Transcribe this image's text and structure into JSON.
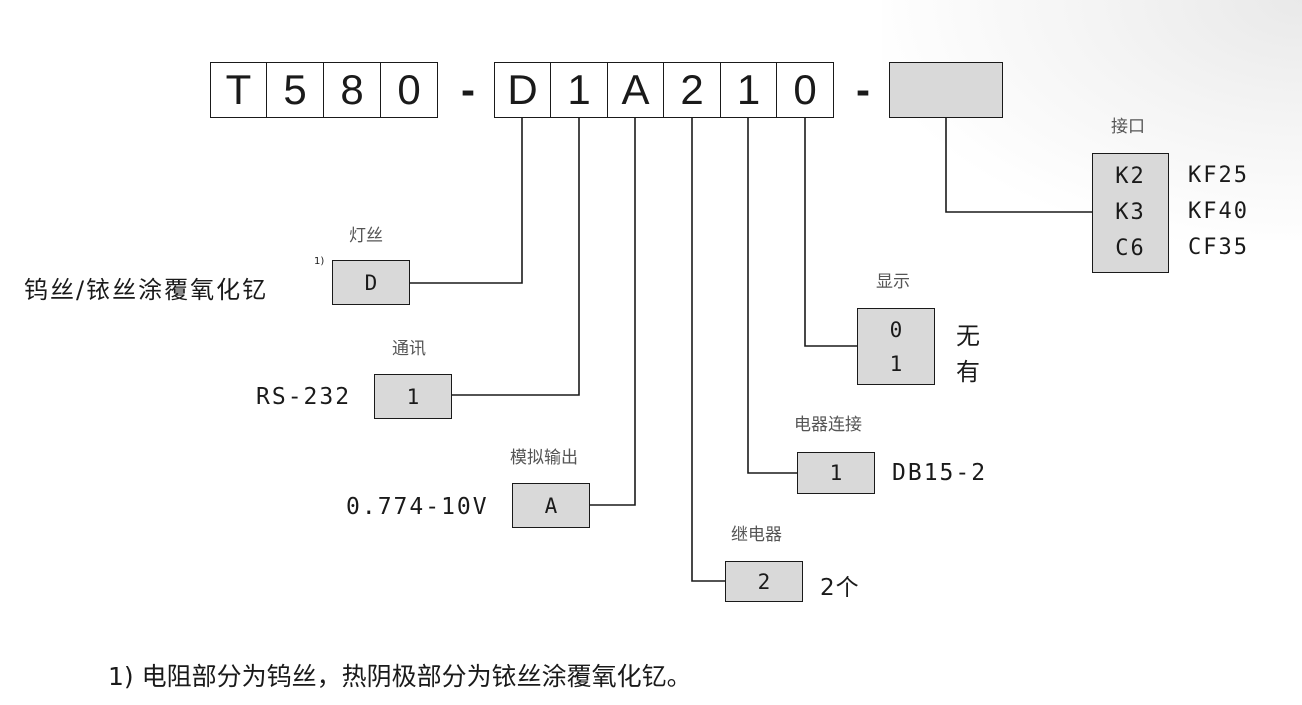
{
  "code": {
    "chars": [
      "T",
      "5",
      "8",
      "0",
      "D",
      "1",
      "A",
      "2",
      "1",
      "0"
    ],
    "dashes": [
      "-",
      "-"
    ]
  },
  "filament": {
    "caption": "灯丝",
    "label": "钨丝/铱丝涂覆氧化钇",
    "footnote_mark": "1)",
    "code": "D"
  },
  "comm": {
    "caption": "通讯",
    "label": "RS-232",
    "code": "1"
  },
  "analog": {
    "caption": "模拟输出",
    "label": "0.774-10V",
    "code": "A"
  },
  "relay": {
    "caption": "继电器",
    "code": "2",
    "label": "2个"
  },
  "connector": {
    "caption": "电器连接",
    "code": "1",
    "label": "DB15-2"
  },
  "display": {
    "caption": "显示",
    "codes": [
      "0",
      "1"
    ],
    "labels": [
      "无",
      "有"
    ]
  },
  "interface": {
    "caption": "接口",
    "codes": [
      "K2",
      "K3",
      "C6"
    ],
    "labels": [
      "KF25",
      "KF40",
      "CF35"
    ]
  },
  "footnote": "1) 电阻部分为钨丝，热阴极部分为铱丝涂覆氧化钇。"
}
